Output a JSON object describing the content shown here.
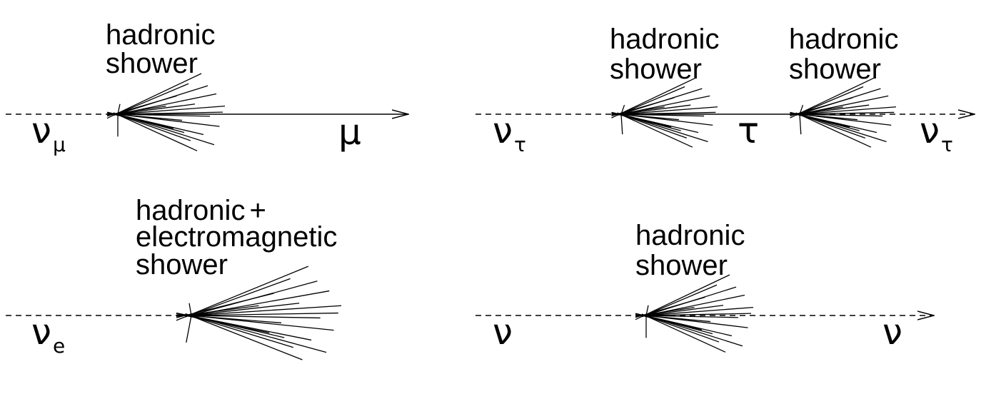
{
  "panels": {
    "numu": {
      "shower_label": [
        "hadronic",
        "shower"
      ],
      "incoming": {
        "symbol": "ν",
        "subscript": "μ"
      },
      "outgoing": {
        "symbol": "μ"
      }
    },
    "nutau": {
      "shower1_label": [
        "hadronic",
        "shower"
      ],
      "shower2_label": [
        "hadronic",
        "shower"
      ],
      "incoming": {
        "symbol": "ν",
        "subscript": "τ"
      },
      "middle": {
        "symbol": "τ"
      },
      "outgoing": {
        "symbol": "ν",
        "subscript": "τ"
      }
    },
    "nue": {
      "shower_label": [
        "hadronic",
        "electromagnetic",
        "shower"
      ],
      "plus": "+",
      "incoming": {
        "symbol": "ν",
        "subscript": "e"
      }
    },
    "nc": {
      "shower_label": [
        "hadronic",
        "shower"
      ],
      "incoming": {
        "symbol": "ν"
      },
      "outgoing": {
        "symbol": "ν"
      }
    }
  },
  "colors": {
    "ink": "#000000",
    "background": "#ffffff"
  }
}
